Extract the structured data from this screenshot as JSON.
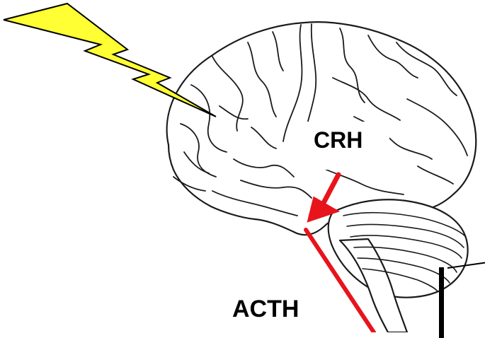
{
  "diagram": {
    "labels": {
      "crh": "CRH",
      "acth": "ACTH"
    },
    "colors": {
      "background": "#ffffff",
      "lightning_fill": "#ffff33",
      "lightning_stroke": "#000000",
      "arrow": "#e8141b",
      "brain_stroke": "#1a1a1a"
    },
    "icons": {
      "stress": "lightning-bolt-icon",
      "organ": "brain-illustration",
      "signal": "red-arrow-icon"
    }
  }
}
